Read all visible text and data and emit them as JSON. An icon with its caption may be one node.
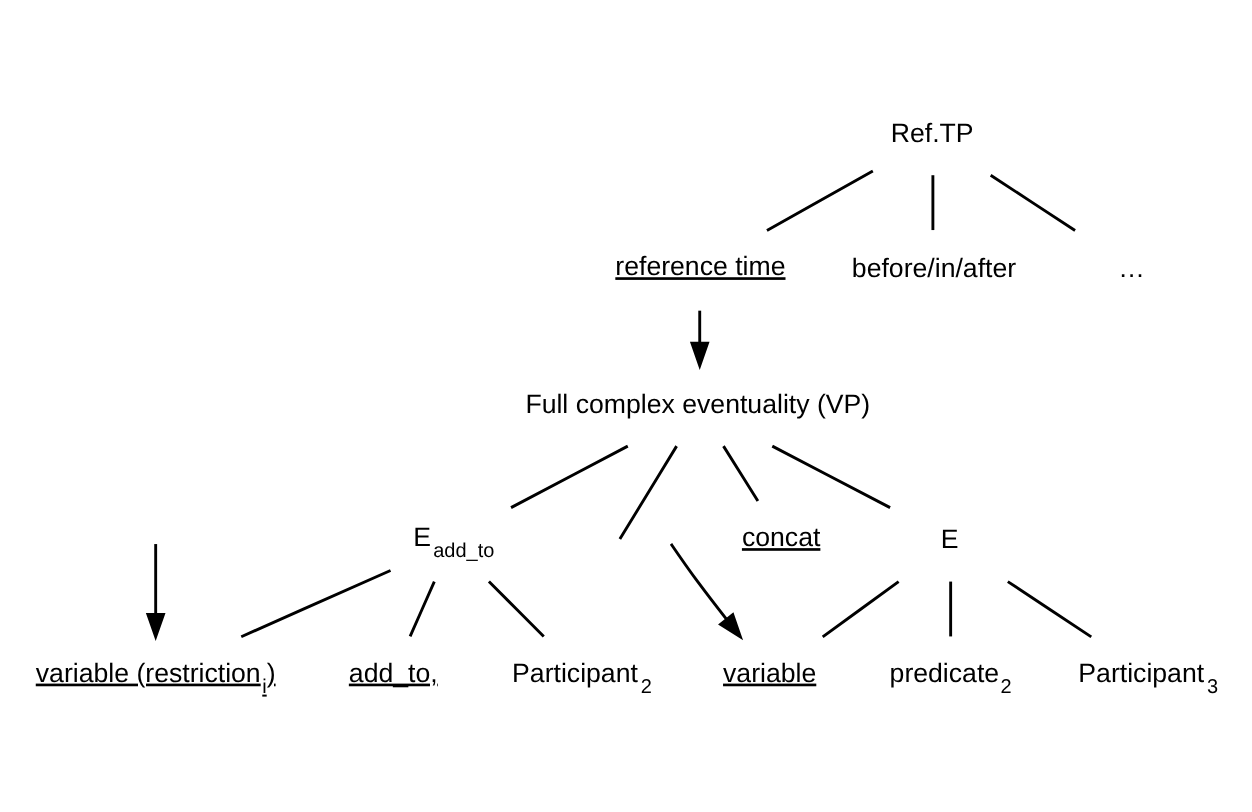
{
  "diagram": {
    "nodes": [
      {
        "text": [
          "Ref.TP"
        ]
      },
      {
        "text": [
          "reference time"
        ]
      },
      {
        "text": [
          "before/in/after"
        ]
      },
      {
        "text": [
          "…"
        ]
      },
      {
        "text": [
          "Full complex eventuality (VP)"
        ]
      },
      {
        "text": [
          "E$_{add_to}$"
        ]
      },
      {
        "text": [
          "concat"
        ]
      },
      {
        "text": [
          "E"
        ]
      },
      {
        "text": [
          "variable (restriction$_{i}$)"
        ]
      },
      {
        "text": [
          "add_to,"
        ]
      },
      {
        "text": [
          "Participant$_{2}$"
        ]
      },
      {
        "text": [
          "variable"
        ]
      },
      {
        "text": [
          "predicate$_{2}$"
        ]
      },
      {
        "text": [
          "Participant$_{3}$"
        ]
      }
    ],
    "edges": [
      {
        "from": 0,
        "to": 1,
        "arrow": "none"
      },
      {
        "from": 0,
        "to": 2,
        "arrow": "none"
      },
      {
        "from": 0,
        "to": 3,
        "arrow": "none"
      },
      {
        "from": 1,
        "to": 4,
        "arrow": "to"
      },
      {
        "from": 4,
        "to": null,
        "arrow": "none"
      },
      {
        "from": 4,
        "to": 5,
        "arrow": "none"
      },
      {
        "from": 4,
        "to": 6,
        "arrow": "none"
      },
      {
        "from": 4,
        "to": 7,
        "arrow": "none"
      },
      {
        "from": 5,
        "to": 8,
        "arrow": "none"
      },
      {
        "from": 5,
        "to": 9,
        "arrow": "none"
      },
      {
        "from": 5,
        "to": 10,
        "arrow": "none"
      },
      {
        "from": 7,
        "to": 11,
        "arrow": "none"
      },
      {
        "from": 7,
        "to": 12,
        "arrow": "none"
      },
      {
        "from": 7,
        "to": 13,
        "arrow": "none"
      },
      {
        "from": null,
        "to": 8,
        "arrow": "to"
      },
      {
        "from": null,
        "to": 11,
        "arrow": "to"
      }
    ]
  }
}
